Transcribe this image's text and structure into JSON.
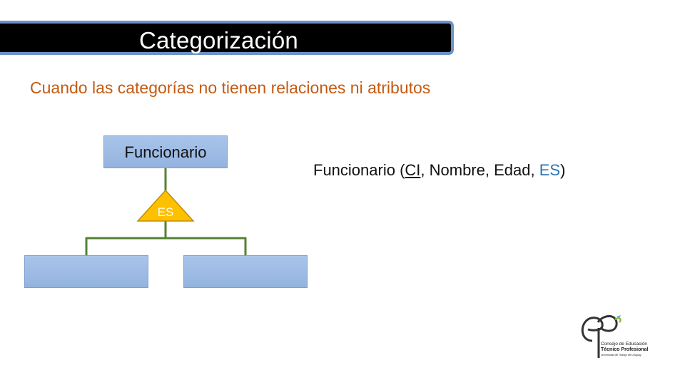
{
  "slide": {
    "title": "Categorización",
    "subtitle": "Cuando las categorías no tienen relaciones ni atributos"
  },
  "diagram": {
    "entity": "Funcionario",
    "relationship": "ES",
    "subcategories": [
      "",
      ""
    ]
  },
  "schema": {
    "open": "Funcionario (",
    "pk": "CI",
    "middle": ", Nombre, Edad, ",
    "fk": "ES",
    "close": ")"
  },
  "logo": {
    "line1": "Consejo de Educación",
    "line2": "Técnico Profesional",
    "line3": "Universidad del Trabajo del Uruguay"
  },
  "colors": {
    "subtitle": "#c55a11",
    "entity_fill": "#9dbbe5",
    "connector": "#548235",
    "relationship_fill": "#ffc000",
    "fk_text": "#2e74b5",
    "title_border": "#6c93c7"
  }
}
